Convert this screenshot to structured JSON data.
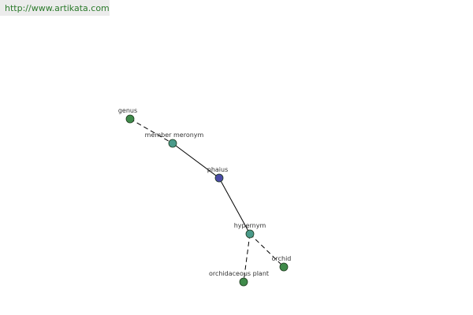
{
  "header": {
    "url": "http://www.artikata.com"
  },
  "diagram": {
    "nodes": [
      {
        "id": "genus",
        "label": "genus",
        "color": "#3f8a4a"
      },
      {
        "id": "member-meronym",
        "label": "member meronym",
        "color": "#4a9a8a"
      },
      {
        "id": "phaius",
        "label": "phaius",
        "color": "#4a4aa6"
      },
      {
        "id": "hypernym",
        "label": "hypernym",
        "color": "#4a9a8a"
      },
      {
        "id": "orchid",
        "label": "orchid",
        "color": "#3f8a4a"
      },
      {
        "id": "orchidaceous-plant",
        "label": "orchidaceous plant",
        "color": "#3f8a4a"
      }
    ],
    "edges": [
      {
        "from": "genus",
        "to": "member-meronym",
        "style": "dashed"
      },
      {
        "from": "member-meronym",
        "to": "phaius",
        "style": "solid"
      },
      {
        "from": "phaius",
        "to": "hypernym",
        "style": "solid"
      },
      {
        "from": "hypernym",
        "to": "orchid",
        "style": "dashed"
      },
      {
        "from": "hypernym",
        "to": "orchidaceous-plant",
        "style": "dashed"
      }
    ]
  }
}
